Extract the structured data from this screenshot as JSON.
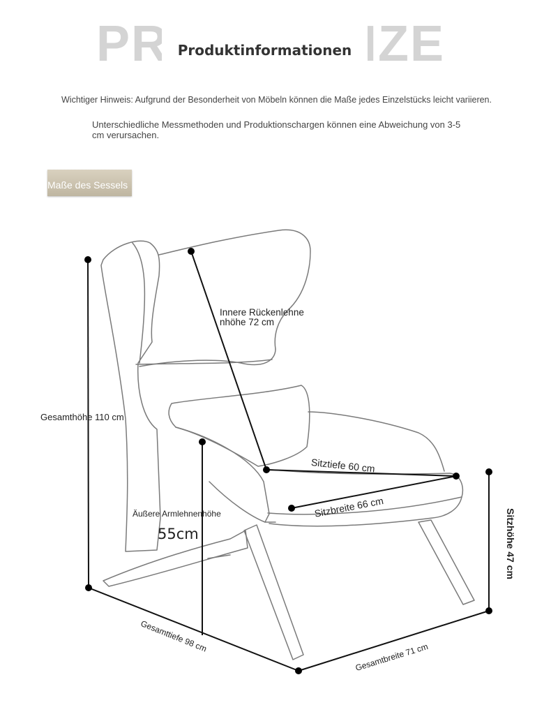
{
  "header": {
    "bg_left": "PR",
    "bg_right": "IZE",
    "title": "Produktinformationen"
  },
  "notice": {
    "line1": "Wichtiger Hinweis: Aufgrund der Besonderheit von Möbeln können die Maße jedes Einzelstücks leicht variieren.",
    "line2": "Unterschiedliche Messmethoden und Produktionschargen können eine Abweichung von 3-5 cm verursachen."
  },
  "tag": {
    "label": "Maße des Sessels"
  },
  "dimensions": {
    "total_height": "Gesamthöhe 110 cm",
    "inner_backrest": "Innere Rückenlehne nhöhe 72 cm",
    "seat_depth": "Sitztiefe 60 cm",
    "seat_width": "Sitzbreite 66 cm",
    "outer_armrest": "Äußere Armlehnenhöhe",
    "armrest_value": "55cm",
    "seat_height": "Sitzhöhe 47 cm",
    "total_depth": "Gesamttiefe 98 cm",
    "total_width": "Gesamtbreite 71 cm"
  }
}
